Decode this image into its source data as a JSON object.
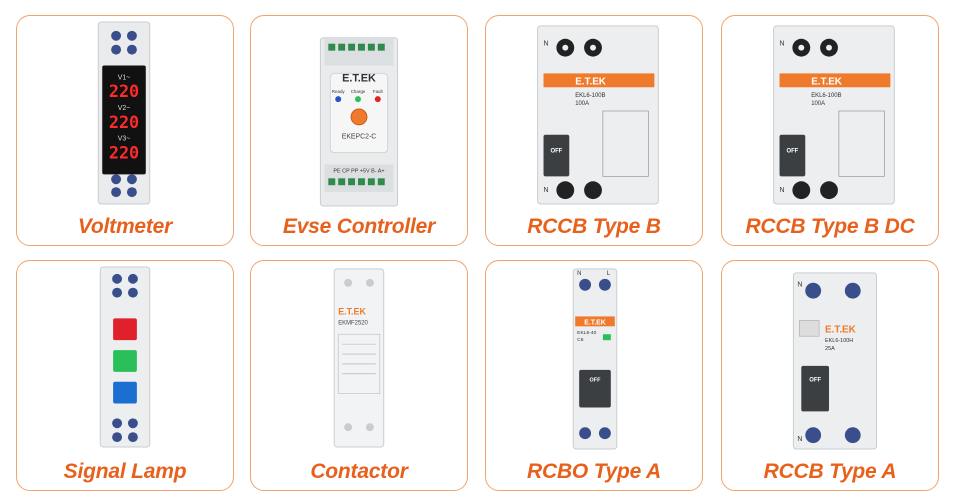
{
  "colors": {
    "card_border": "#f0a36c",
    "label": "#e8611c",
    "brand_orange": "#f07a2c",
    "device_body": "#eceeef",
    "digit_red": "#ff2a2a"
  },
  "brand": "E.T.EK",
  "products": [
    {
      "label": "Voltmeter",
      "icon": "voltmeter-device-photo",
      "display": {
        "rows": [
          "V1~",
          "V2~",
          "V3~"
        ],
        "reading": "220"
      }
    },
    {
      "label": "Evse Controller",
      "icon": "evse-controller-device-photo",
      "indicators": [
        "Ready",
        "Charge",
        "Fault"
      ],
      "model": "EKEPC2-C",
      "terminals": "PE CP PP +5V B- A+"
    },
    {
      "label": "RCCB Type B",
      "icon": "rccb-type-b-device-photo",
      "model": "EKL6-100B",
      "rating": "100A",
      "switch": "OFF",
      "terminal_n": "N"
    },
    {
      "label": "RCCB Type B DC",
      "icon": "rccb-type-b-dc-device-photo",
      "model": "EKL6-100B",
      "rating": "100A",
      "switch": "OFF",
      "terminal_n": "N"
    },
    {
      "label": "Signal Lamp",
      "icon": "signal-lamp-device-photo",
      "lamp_colors": [
        "#e0202a",
        "#2bbf5a",
        "#1a6fd0"
      ]
    },
    {
      "label": "Contactor",
      "icon": "contactor-device-photo",
      "model": "EKMF2520"
    },
    {
      "label": "RCBO Type A",
      "icon": "rcbo-type-a-device-photo",
      "model": "EKL6-40",
      "rating": "C6",
      "switch": "OFF",
      "terminal_n": "N",
      "terminal_l": "L"
    },
    {
      "label": "RCCB Type A",
      "icon": "rccb-type-a-device-photo",
      "model": "EKL6-100H",
      "rating": "25A",
      "switch": "OFF",
      "terminal_n": "N"
    }
  ]
}
